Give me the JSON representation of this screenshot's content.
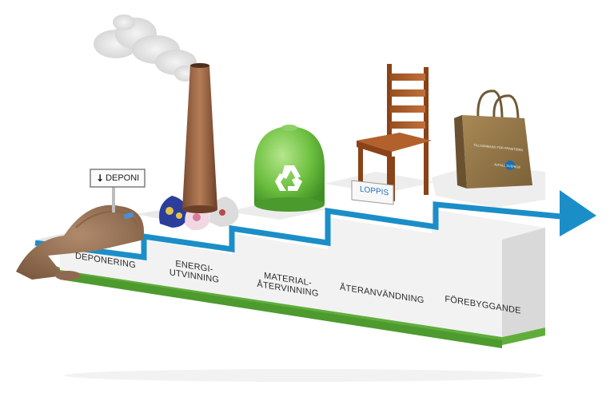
{
  "steps": [
    {
      "label": "DEPONERING"
    },
    {
      "label": "ENERGI-\nUTVINNING"
    },
    {
      "label": "MATERIAL-\nÅTERVINNING"
    },
    {
      "label": "ÅTERANVÄNDNING"
    },
    {
      "label": "FÖREBYGGANDE"
    }
  ],
  "deponi_sign": {
    "label": "DEPONI",
    "icon": "down-arrow-icon"
  },
  "loppis_sign": {
    "label": "LOPPIS"
  },
  "bag_text": {
    "line1": "TILLSAMMANS FÖR FRAMTIDEN",
    "line2": "AVFALL SVERIGE"
  },
  "colors": {
    "arrow": "#1b8ec8",
    "base_green": "#5fae3c",
    "step_face": "#f1f1f1",
    "step_side": "#dcdcdc"
  }
}
